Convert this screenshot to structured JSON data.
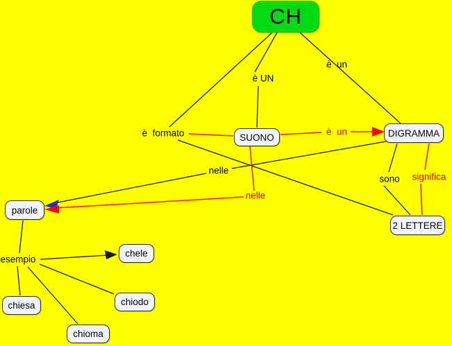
{
  "diagram": {
    "type": "concept-map",
    "topic": "CH"
  },
  "colors": {
    "background": "#ffff00",
    "root_concept_fill": "#00dc12",
    "concept_fill": "#f2f5f8",
    "black_line": "#1c1c1c",
    "red_line": "#ee1a00",
    "red_text": "#ff0000",
    "blue_arrow": "#2431c8"
  },
  "concepts": {
    "ch": {
      "label": "CH"
    },
    "suono": {
      "label": "SUONO"
    },
    "digramma": {
      "label": "DIGRAMMA"
    },
    "due_lettere": {
      "label": "2 LETTERE"
    },
    "parole": {
      "label": "parole"
    },
    "chele": {
      "label": "chele"
    },
    "chiesa": {
      "label": "chiesa"
    },
    "chiodo": {
      "label": "chiodo"
    },
    "chioma": {
      "label": "chioma"
    }
  },
  "linking_phrases": {
    "e_un_upper": {
      "label": "è UN",
      "color": "black"
    },
    "e_un_top": {
      "label": "è  un",
      "color": "black"
    },
    "e_formato": {
      "label": "è  formato",
      "color": "black"
    },
    "e_un_red": {
      "label": "è  un",
      "color": "red"
    },
    "nelle": {
      "label": "nelle",
      "color": "black"
    },
    "nelle_red": {
      "label": "nelle",
      "color": "red"
    },
    "sono": {
      "label": "sono",
      "color": "black"
    },
    "significa": {
      "label": "significa",
      "color": "red"
    },
    "esempio": {
      "label": "esempio",
      "color": "black"
    }
  }
}
